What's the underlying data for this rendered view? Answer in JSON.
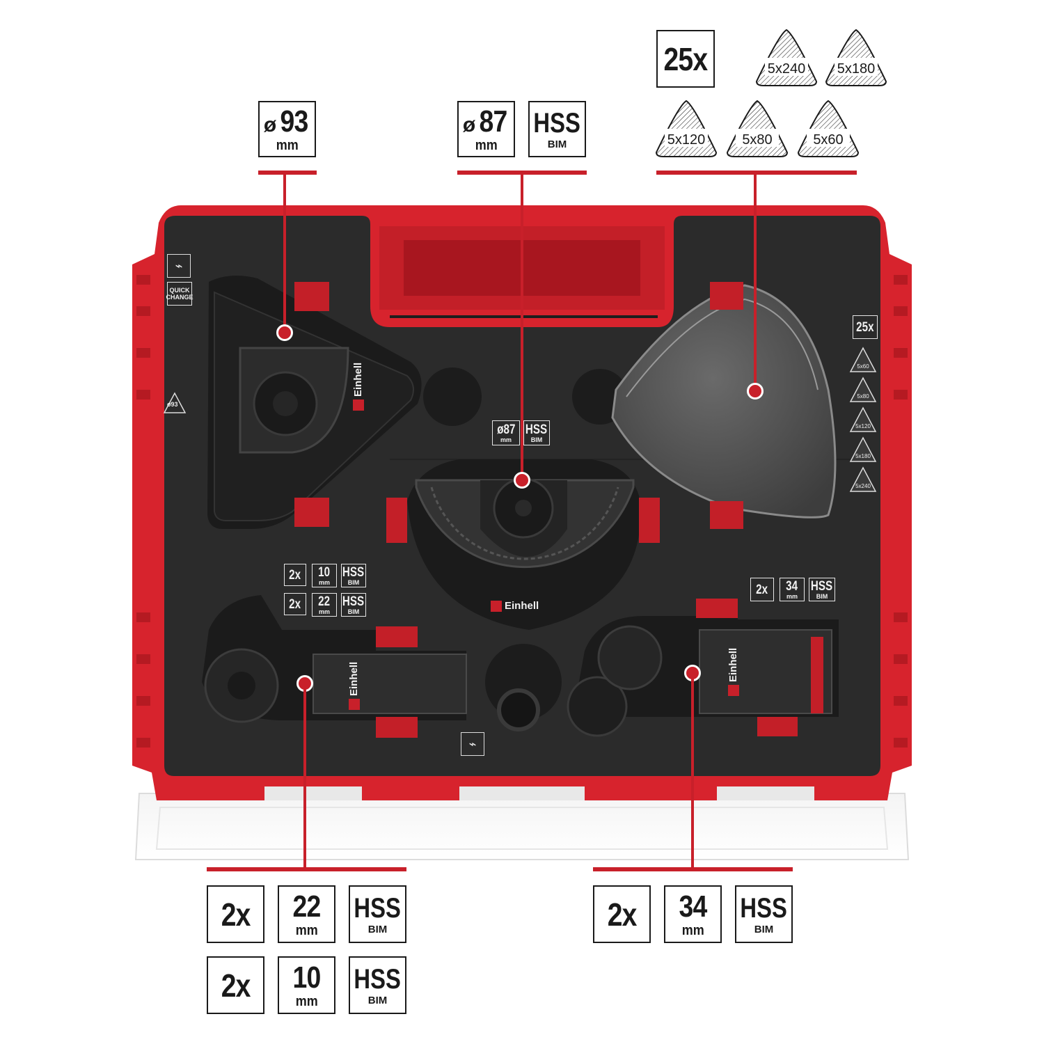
{
  "colors": {
    "brand_red": "#c8202a",
    "case_red": "#d7232d",
    "tray": "#2b2b2b",
    "spec_border": "#1a1a1a"
  },
  "specs": {
    "pad": {
      "dia_symbol": "ø",
      "value": "93",
      "unit": "mm"
    },
    "segment_blade": {
      "dia_symbol": "ø",
      "value": "87",
      "unit": "mm",
      "material": "HSS",
      "material_sub": "BIM"
    },
    "sanding": {
      "count": "25x",
      "grits": [
        "5x240",
        "5x180",
        "5x120",
        "5x80",
        "5x60"
      ]
    },
    "left_blades": [
      {
        "count": "2x",
        "value": "22",
        "unit": "mm",
        "material": "HSS",
        "material_sub": "BIM"
      },
      {
        "count": "2x",
        "value": "10",
        "unit": "mm",
        "material": "HSS",
        "material_sub": "BIM"
      }
    ],
    "right_blade": {
      "count": "2x",
      "value": "34",
      "unit": "mm",
      "material": "HSS",
      "material_sub": "BIM"
    }
  },
  "case_labels": {
    "quick_change_top": "QUICK",
    "quick_change_bottom": "CHANGE",
    "pad_dia": "ø93",
    "pad_unit": "mm",
    "center_dia": "ø87",
    "center_unit": "mm",
    "center_material": "HSS",
    "center_material_sub": "BIM",
    "sanding_count": "25x",
    "sanding_grits": [
      "5x60",
      "5x80",
      "5x120",
      "5x180",
      "5x240"
    ],
    "left_rows": [
      {
        "count": "2x",
        "value": "10",
        "unit": "mm",
        "material": "HSS",
        "sub": "BIM"
      },
      {
        "count": "2x",
        "value": "22",
        "unit": "mm",
        "material": "HSS",
        "sub": "BIM"
      }
    ],
    "right_row": {
      "count": "2x",
      "value": "34",
      "unit": "mm",
      "material": "HSS",
      "sub": "BIM"
    },
    "blade_hss": "HSS",
    "blade_bim": "BIM"
  },
  "brand": {
    "name": "Einhell"
  }
}
